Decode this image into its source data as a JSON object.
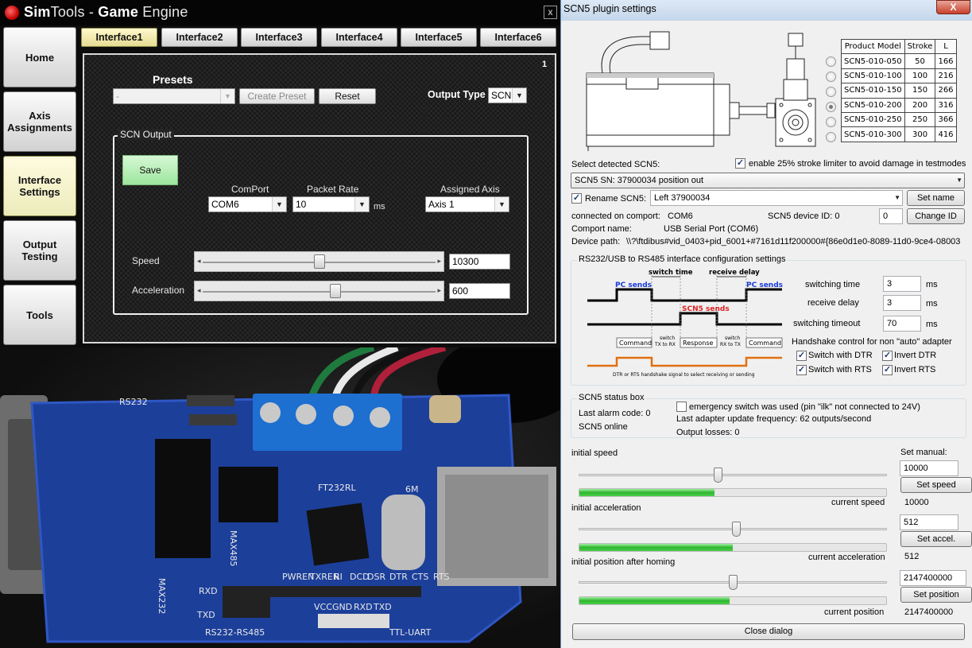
{
  "simtools": {
    "title_sim": "Sim",
    "title_tools": "Tools",
    "title_dash": " - ",
    "title_game": "Game",
    "title_engine": " Engine",
    "close_label": "x",
    "nav": [
      {
        "label": "Home"
      },
      {
        "label": "Axis\nAssignments"
      },
      {
        "label": "Interface\nSettings",
        "active": true
      },
      {
        "label": "Output\nTesting"
      },
      {
        "label": "Tools"
      }
    ],
    "tabs": [
      "Interface1",
      "Interface2",
      "Interface3",
      "Interface4",
      "Interface5",
      "Interface6"
    ],
    "panel": {
      "page_number": "1",
      "presets_label": "Presets",
      "preset_value": "-",
      "create_preset_label": "Create Preset",
      "reset_label": "Reset",
      "output_type_label": "Output Type",
      "output_type_value": "SCN",
      "group_label": "SCN Output",
      "save_label": "Save",
      "comport_label": "ComPort",
      "comport_value": "COM6",
      "packet_rate_label": "Packet Rate",
      "packet_rate_value": "10",
      "packet_rate_unit": "ms",
      "assigned_axis_label": "Assigned Axis",
      "assigned_axis_value": "Axis 1",
      "speed_label": "Speed",
      "speed_value": "10300",
      "speed_slider_fraction": 0.5,
      "accel_label": "Acceleration",
      "accel_value": "600",
      "accel_slider_fraction": 0.57
    }
  },
  "photo": {
    "pcb_labels": [
      "RS232",
      "MAX232",
      "MAX485",
      "FT232RL",
      "6M",
      "RXD",
      "TXD",
      "RS232-RS485",
      "PWREN",
      "TXREN",
      "RI",
      "DCD",
      "DSR",
      "DTR",
      "CTS",
      "RTS",
      "VCC",
      "GND",
      "RXD",
      "TXD",
      "TTL-UART"
    ]
  },
  "dialog": {
    "title": "SCN5 plugin settings",
    "close_label": "X",
    "product_table": {
      "headers": [
        "Product Model",
        "Stroke",
        "L"
      ],
      "rows": [
        [
          "SCN5-010-050",
          "50",
          "166"
        ],
        [
          "SCN5-010-100",
          "100",
          "216"
        ],
        [
          "SCN5-010-150",
          "150",
          "266"
        ],
        [
          "SCN5-010-200",
          "200",
          "316"
        ],
        [
          "SCN5-010-250",
          "250",
          "366"
        ],
        [
          "SCN5-010-300",
          "300",
          "416"
        ]
      ],
      "selected_index": 3
    },
    "select_label": "Select detected SCN5:",
    "limiter_label": "enable 25% stroke limiter to avoid damage in testmodes",
    "detected_value": "SCN5 SN: 37900034 position out",
    "rename_label": "Rename SCN5:",
    "rename_value": "Left 37900034",
    "set_name_label": "Set name",
    "connected_label": "connected on comport:",
    "connected_value": "COM6",
    "device_id_label": "SCN5 device ID: 0",
    "device_id_value": "0",
    "change_id_label": "Change ID",
    "comport_name_label": "Comport name:",
    "comport_name_value": "USB Serial Port (COM6)",
    "device_path_label": "Device path:",
    "device_path_value": "\\\\?\\ftdibus#vid_0403+pid_6001+#7161d11f200000#{86e0d1e0-8089-11d0-9ce4-08003",
    "rs_group_label": "RS232/USB to RS485 interface configuration settings",
    "timing": {
      "pc_sends": "PC sends",
      "switch_time": "switch time",
      "receive_delay": "receive delay",
      "scn5_sends": "SCN5 sends",
      "command": "Command",
      "switch_tx_rx": "switch\nTX to RX",
      "response": "Response",
      "switch_rx_tx": "switch\nRX to TX",
      "dtr_note": "DTR or RTS handshake signal to select receiving or sending"
    },
    "switching_time_label": "switching time",
    "switching_time_value": "3",
    "receive_delay_label": "receive delay",
    "receive_delay_value": "3",
    "switching_timeout_label": "switching timeout",
    "switching_timeout_value": "70",
    "ms": "ms",
    "handshake_label": "Handshake control for non \"auto\" adapter",
    "switch_dtr_label": "Switch with DTR",
    "invert_dtr_label": "Invert DTR",
    "switch_rts_label": "Switch with RTS",
    "invert_rts_label": "Invert RTS",
    "status_group_label": "SCN5 status box",
    "alarm_label": "Last alarm code: 0",
    "online_label": "SCN5 online",
    "emergency_label": "emergency switch was used (pin \"ilk\" not connected to 24V)",
    "update_freq_label": "Last adapter update frequency: 62 outputs/second",
    "losses_label": "Output losses: 0",
    "set_manual_label": "Set manual:",
    "initial_speed_label": "initial speed",
    "speed_input": "10000",
    "set_speed_label": "Set speed",
    "current_speed_label": "current speed",
    "current_speed_value": "10000",
    "speed_slider_fraction": 0.45,
    "speed_progress_fraction": 0.44,
    "initial_accel_label": "initial acceleration",
    "accel_input": "512",
    "set_accel_label": "Set accel.",
    "current_accel_label": "current acceleration",
    "current_accel_value": "512",
    "accel_slider_fraction": 0.51,
    "accel_progress_fraction": 0.5,
    "initial_pos_label": "initial position after homing",
    "pos_input": "2147400000",
    "set_position_label": "Set position",
    "current_pos_label": "current position",
    "current_pos_value": "2147400000",
    "pos_slider_fraction": 0.5,
    "pos_progress_fraction": 0.49,
    "close_dialog_label": "Close dialog"
  }
}
